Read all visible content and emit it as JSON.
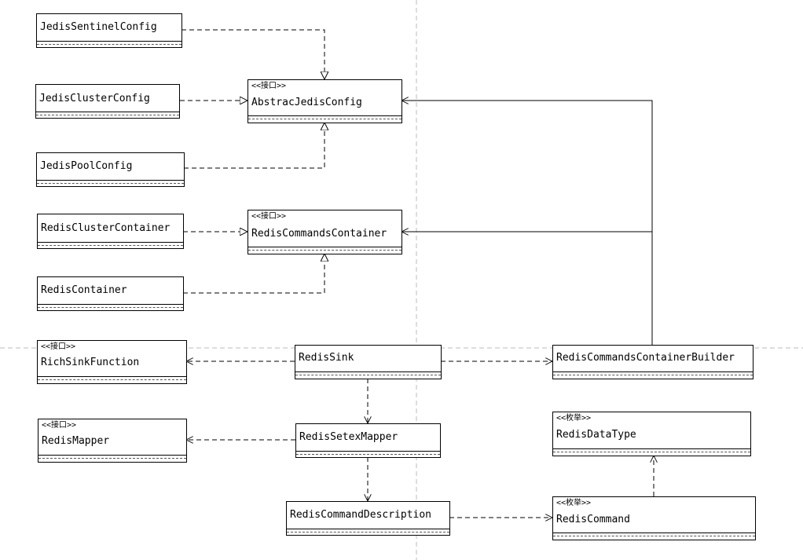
{
  "classes": {
    "jedis_sentinel_config": {
      "name": "JedisSentinelConfig"
    },
    "jedis_cluster_config": {
      "name": "JedisClusterConfig"
    },
    "jedis_pool_config": {
      "name": "JedisPoolConfig"
    },
    "abstract_jedis_config": {
      "stereotype": "<<接口>>",
      "name": "AbstracJedisConfig"
    },
    "redis_cluster_container": {
      "name": "RedisClusterContainer"
    },
    "redis_container": {
      "name": "RedisContainer"
    },
    "redis_commands_container": {
      "stereotype": "<<接口>>",
      "name": "RedisCommandsContainer"
    },
    "rich_sink_function": {
      "stereotype": "<<接口>>",
      "name": "RichSinkFunction"
    },
    "redis_sink": {
      "name": "RedisSink"
    },
    "redis_commands_container_builder": {
      "name": "RedisCommandsContainerBuilder"
    },
    "redis_mapper": {
      "stereotype": "<<接口>>",
      "name": "RedisMapper"
    },
    "redis_setex_mapper": {
      "name": "RedisSetexMapper"
    },
    "redis_data_type": {
      "stereotype": "<<枚举>>",
      "name": "RedisDataType"
    },
    "redis_command_description": {
      "name": "RedisCommandDescription"
    },
    "redis_command": {
      "stereotype": "<<枚举>>",
      "name": "RedisCommand"
    }
  },
  "colors": {
    "line": "#000000",
    "guide": "#bbbbbb",
    "background": "#ffffff"
  }
}
